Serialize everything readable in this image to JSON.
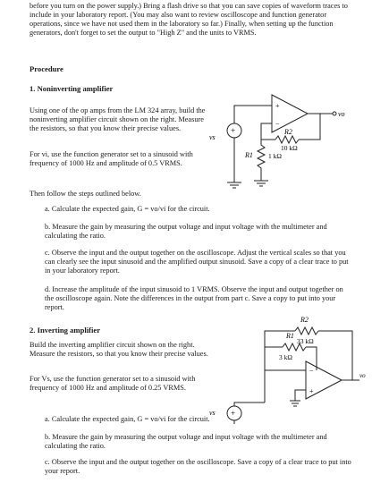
{
  "intro": "before you turn on the power supply.) Bring a flash drive so that you can save copies of waveform traces to include in your laboratory report. (You may also want to review oscilloscope and function generator operations, since we have not used them in the laboratory so far.) Finally, when setting up the function generators, don't forget to set the output to \"High Z\" and the units to VRMS.",
  "procedure_heading": "Procedure",
  "section1": {
    "heading": "1. Noninverting amplifier",
    "para1": "Using one of the op amps from the LM 324 array, build the noninverting amplifier circuit shown on the right. Measure the resistors, so that you know their precise values.",
    "para2": "For vi, use the function generator set to a sinusoid with frequency of 1000 Hz and amplitude of 0.5 VRMS.",
    "steps_intro": "Then follow the steps outlined below.",
    "items": [
      "a. Calculate the expected gain, G = vo/vi for the circuit.",
      "b. Measure the gain by measuring the output voltage and input voltage with the multimeter and calculating the ratio.",
      "c. Observe the input and the output together on the oscilloscope. Adjust the vertical scales so that you can clearly see the input sinusoid and the amplified output sinusoid. Save a copy of a clear trace to put in your laboratory report.",
      "d. Increase the amplitude of the input sinusoid to 1 VRMS. Observe the input and output together on the oscilloscope again. Note the differences in the output from part c. Save a copy to put into your report."
    ],
    "circuit": {
      "source_label": "vs",
      "output_label": "vo",
      "r1_label": "R1",
      "r1_value": "1 kΩ",
      "r2_label": "R2",
      "r2_value": "10 kΩ",
      "plus_sign": "+",
      "minus_sign": "−"
    }
  },
  "section2": {
    "heading": "2. Inverting amplifier",
    "para1": "Build the inverting amplifier circuit shown on the right. Measure the resistors, so that you know their precise values.",
    "para2": "For Vs, use the function generator set to a sinusoid with frequency of 1000 Hz and amplitude of 0.25 VRMS.",
    "items": [
      "a. Calculate the expected gain, G = vo/vi for the circuit.",
      "b. Measure the gain by measuring the output voltage and input voltage with the multimeter and calculating the ratio.",
      "c. Observe the input and the output together on the oscilloscope. Save a copy of a clear trace to put into your report."
    ],
    "circuit": {
      "source_label": "vs",
      "output_label": "vo",
      "r1_label": "R1",
      "r1_value": "3 kΩ",
      "r2_label": "R2",
      "r2_value": "33 kΩ",
      "plus_sign": "+",
      "minus_sign": "−"
    }
  }
}
